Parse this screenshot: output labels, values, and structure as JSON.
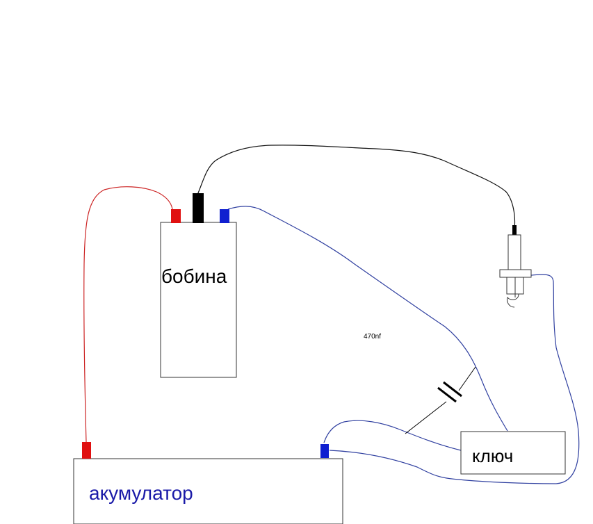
{
  "coil": {
    "label": "бобина"
  },
  "battery": {
    "label": "акумулатор",
    "label_color": "#1a1aa8"
  },
  "switch": {
    "label": "ключ"
  },
  "capacitor": {
    "label": "470nf"
  },
  "colors": {
    "positive_wire": "#cc2222",
    "negative_wire": "#3040a0",
    "high_voltage_wire": "#111111",
    "positive_terminal": "#e01010",
    "negative_terminal": "#1020d0",
    "high_voltage_terminal": "#000000"
  }
}
